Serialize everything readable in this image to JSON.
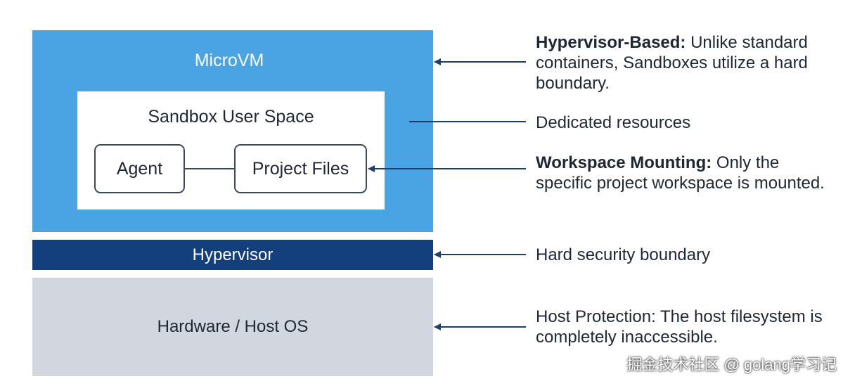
{
  "diagram": {
    "microvm_label": "MicroVM",
    "user_space_label": "Sandbox User Space",
    "agent_label": "Agent",
    "project_files_label": "Project Files",
    "hypervisor_label": "Hypervisor",
    "host_label": "Hardware / Host OS"
  },
  "notes": [
    {
      "bold": "Hypervisor-Based:",
      "text": " Unlike standard containers, Sandboxes utilize a hard boundary."
    },
    {
      "bold": "",
      "text": "Dedicated resources"
    },
    {
      "bold": "Workspace Mounting:",
      "text": " Only the specific project workspace is mounted."
    },
    {
      "bold": "",
      "text": "Hard security boundary"
    },
    {
      "bold": "",
      "text": "Host Protection: The host filesystem is completely inaccessible."
    }
  ],
  "watermark": "掘金技术社区 @ golang学习记",
  "colors": {
    "microvm": "#4aa3e2",
    "hypervisor": "#133f7d",
    "host": "#d2d7df",
    "line": "#1f3f6a"
  }
}
